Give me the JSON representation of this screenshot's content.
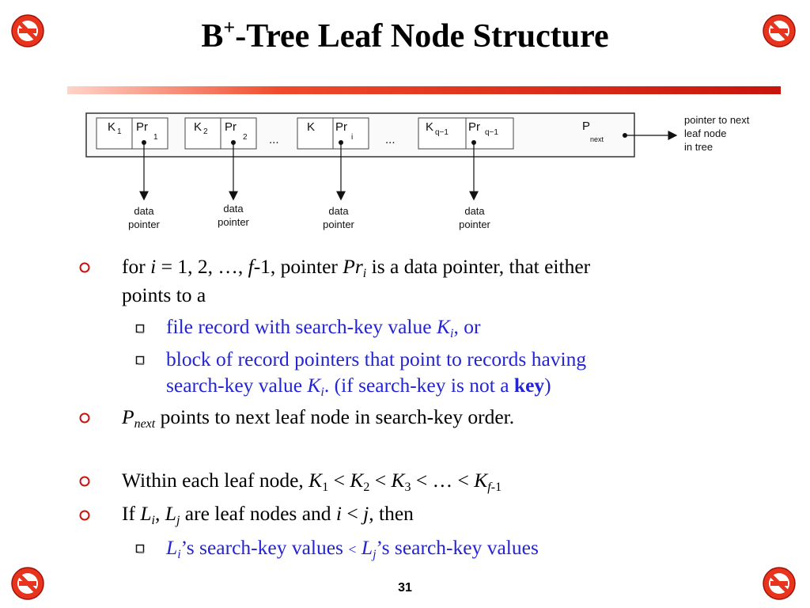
{
  "slide": {
    "title": {
      "main": "B",
      "sup": "+",
      "rest": "-Tree Leaf Node Structure"
    },
    "page_number": "31",
    "accent_color": "#d8200f",
    "link_color": "#2424d4"
  },
  "diagram": {
    "cells": [
      "K",
      "1",
      "Pr",
      "1",
      "K",
      "2",
      "Pr",
      "2",
      "K",
      "Pr",
      "i",
      "K",
      "q−1",
      "Pr",
      "q−1"
    ],
    "ellipsis": "...",
    "pnext_p": "P",
    "pnext_sub": "next",
    "next_pointer_label": [
      "pointer to next",
      "leaf node",
      "in tree"
    ],
    "data_pointer_label": [
      "data",
      "pointer"
    ]
  },
  "bullets": {
    "b1": {
      "t1": "for ",
      "i": "i",
      "t2": " = 1, 2, …, ",
      "f": "f",
      "t3": "-1, pointer ",
      "pr": "Pr",
      "pr_sub": "i",
      "t4": " is a data pointer, that either",
      "line2": "points to a"
    },
    "b1a": {
      "t1": "file record with search-key value ",
      "k": "K",
      "k_sub": "i",
      "t2": ", or"
    },
    "b1b": {
      "line1": "block of record pointers that point to records having",
      "t1": "search-key value ",
      "k": "K",
      "k_sub": "i",
      "t2": ". (if search-key is not a ",
      "bold": "key",
      "t3": ")"
    },
    "b2": {
      "p": "P",
      "p_sub": "next",
      "t1": " points to next leaf node in search-key order."
    },
    "b3": {
      "t1": "Within each leaf node, ",
      "k1": "K",
      "k1_sub": "1",
      "lt1": " < ",
      "k2": "K",
      "k2_sub": "2",
      "lt2": " < ",
      "k3": "K",
      "k3_sub": "3",
      "lt3": " < … < ",
      "kf": "K",
      "kf_sub": "f",
      "kf_sub2": "-1"
    },
    "b4": {
      "t1": "If ",
      "l1": "L",
      "l1_sub": "i",
      "c": ", ",
      "l2": "L",
      "l2_sub": "j",
      "t2": " are leaf nodes and ",
      "i": "i",
      "lt": " < ",
      "j": "j",
      "t3": ", then"
    },
    "b4a": {
      "l1": "L",
      "l1_sub": "i",
      "t1": "’s search-key values ",
      "lt": "<",
      "l2": " L",
      "l2_sub": "j",
      "t2": "’s search-key values"
    }
  },
  "icons": {
    "corner": "no-smoking-icon",
    "bullet1": "hollow-circle-bullet",
    "bullet2": "hollow-square-bullet"
  }
}
